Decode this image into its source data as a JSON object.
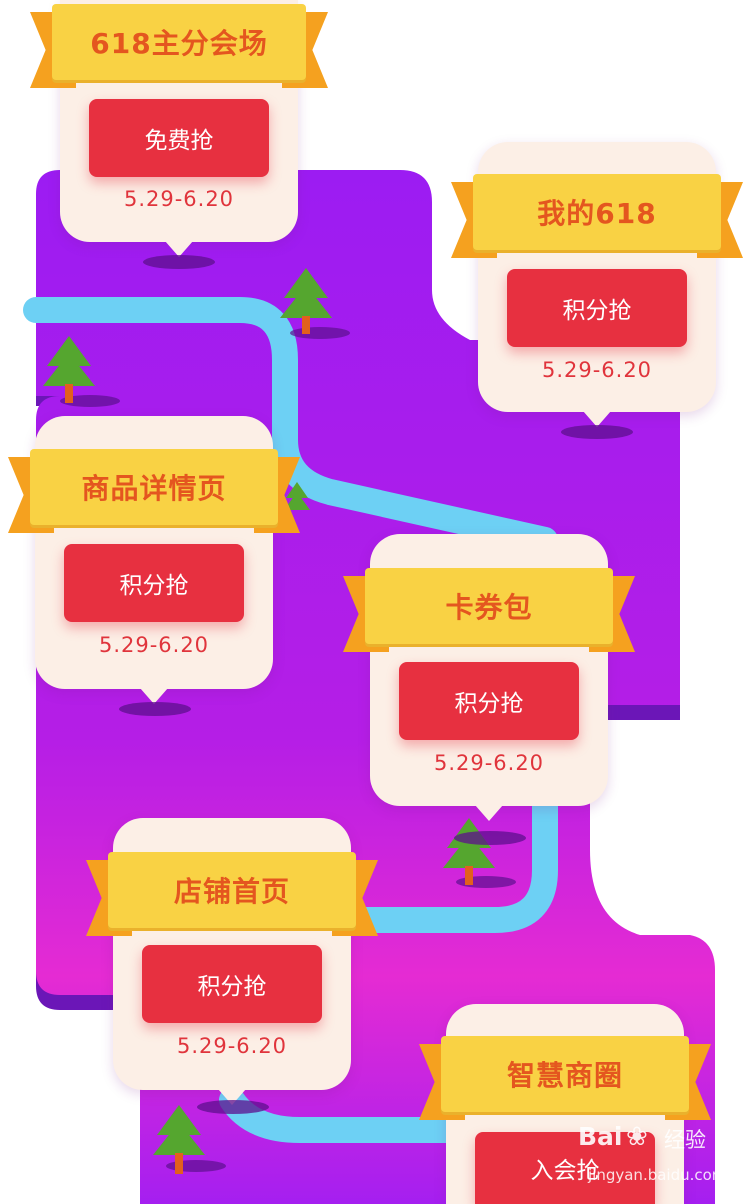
{
  "colors": {
    "ground": "#a51ff0",
    "ground_accent": "#e52bd3",
    "ground_side": "#6b16b7",
    "river": "#6dd0f4",
    "tree": "#55a62f",
    "trunk": "#e2601d",
    "card": "#fcefe6",
    "ribbon": "#f9d244",
    "ribbon_text": "#e4561f",
    "button": "#e73040",
    "date_text": "#e0343c"
  },
  "stations": [
    {
      "name": "618主分会场",
      "button": "免费抢",
      "date": "5.29-6.20"
    },
    {
      "name": "我的618",
      "button": "积分抢",
      "date": "5.29-6.20"
    },
    {
      "name": "商品详情页",
      "button": "积分抢",
      "date": "5.29-6.20"
    },
    {
      "name": "卡券包",
      "button": "积分抢",
      "date": "5.29-6.20"
    },
    {
      "name": "店铺首页",
      "button": "积分抢",
      "date": "5.29-6.20"
    },
    {
      "name": "智慧商圈",
      "button": "入会抢",
      "date": ""
    }
  ],
  "watermark": {
    "logo": "Bai",
    "paw_icon": "paw-icon",
    "brand": "经验",
    "url": "jingyan.baidu.com"
  }
}
